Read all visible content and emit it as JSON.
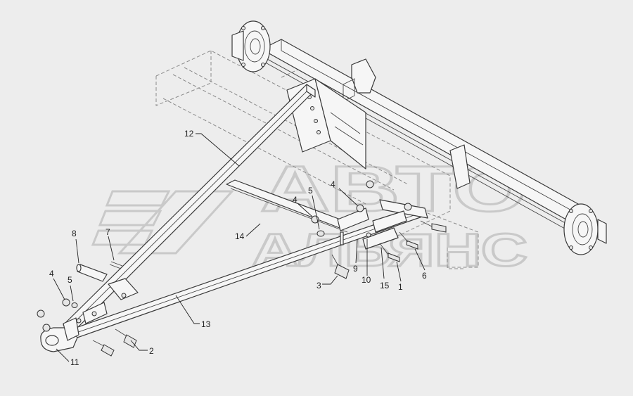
{
  "watermark": {
    "line1": "АВТО",
    "line2": "АЛЬЯНС"
  },
  "callouts": {
    "c1": "1",
    "c2": "2",
    "c3": "3",
    "c4a": "4",
    "c4b": "4",
    "c4c": "4",
    "c5a": "5",
    "c5b": "5",
    "c6": "6",
    "c7": "7",
    "c8": "8",
    "c9": "9",
    "c10": "10",
    "c11": "11",
    "c12": "12",
    "c13": "13",
    "c14": "14",
    "c15": "15"
  }
}
